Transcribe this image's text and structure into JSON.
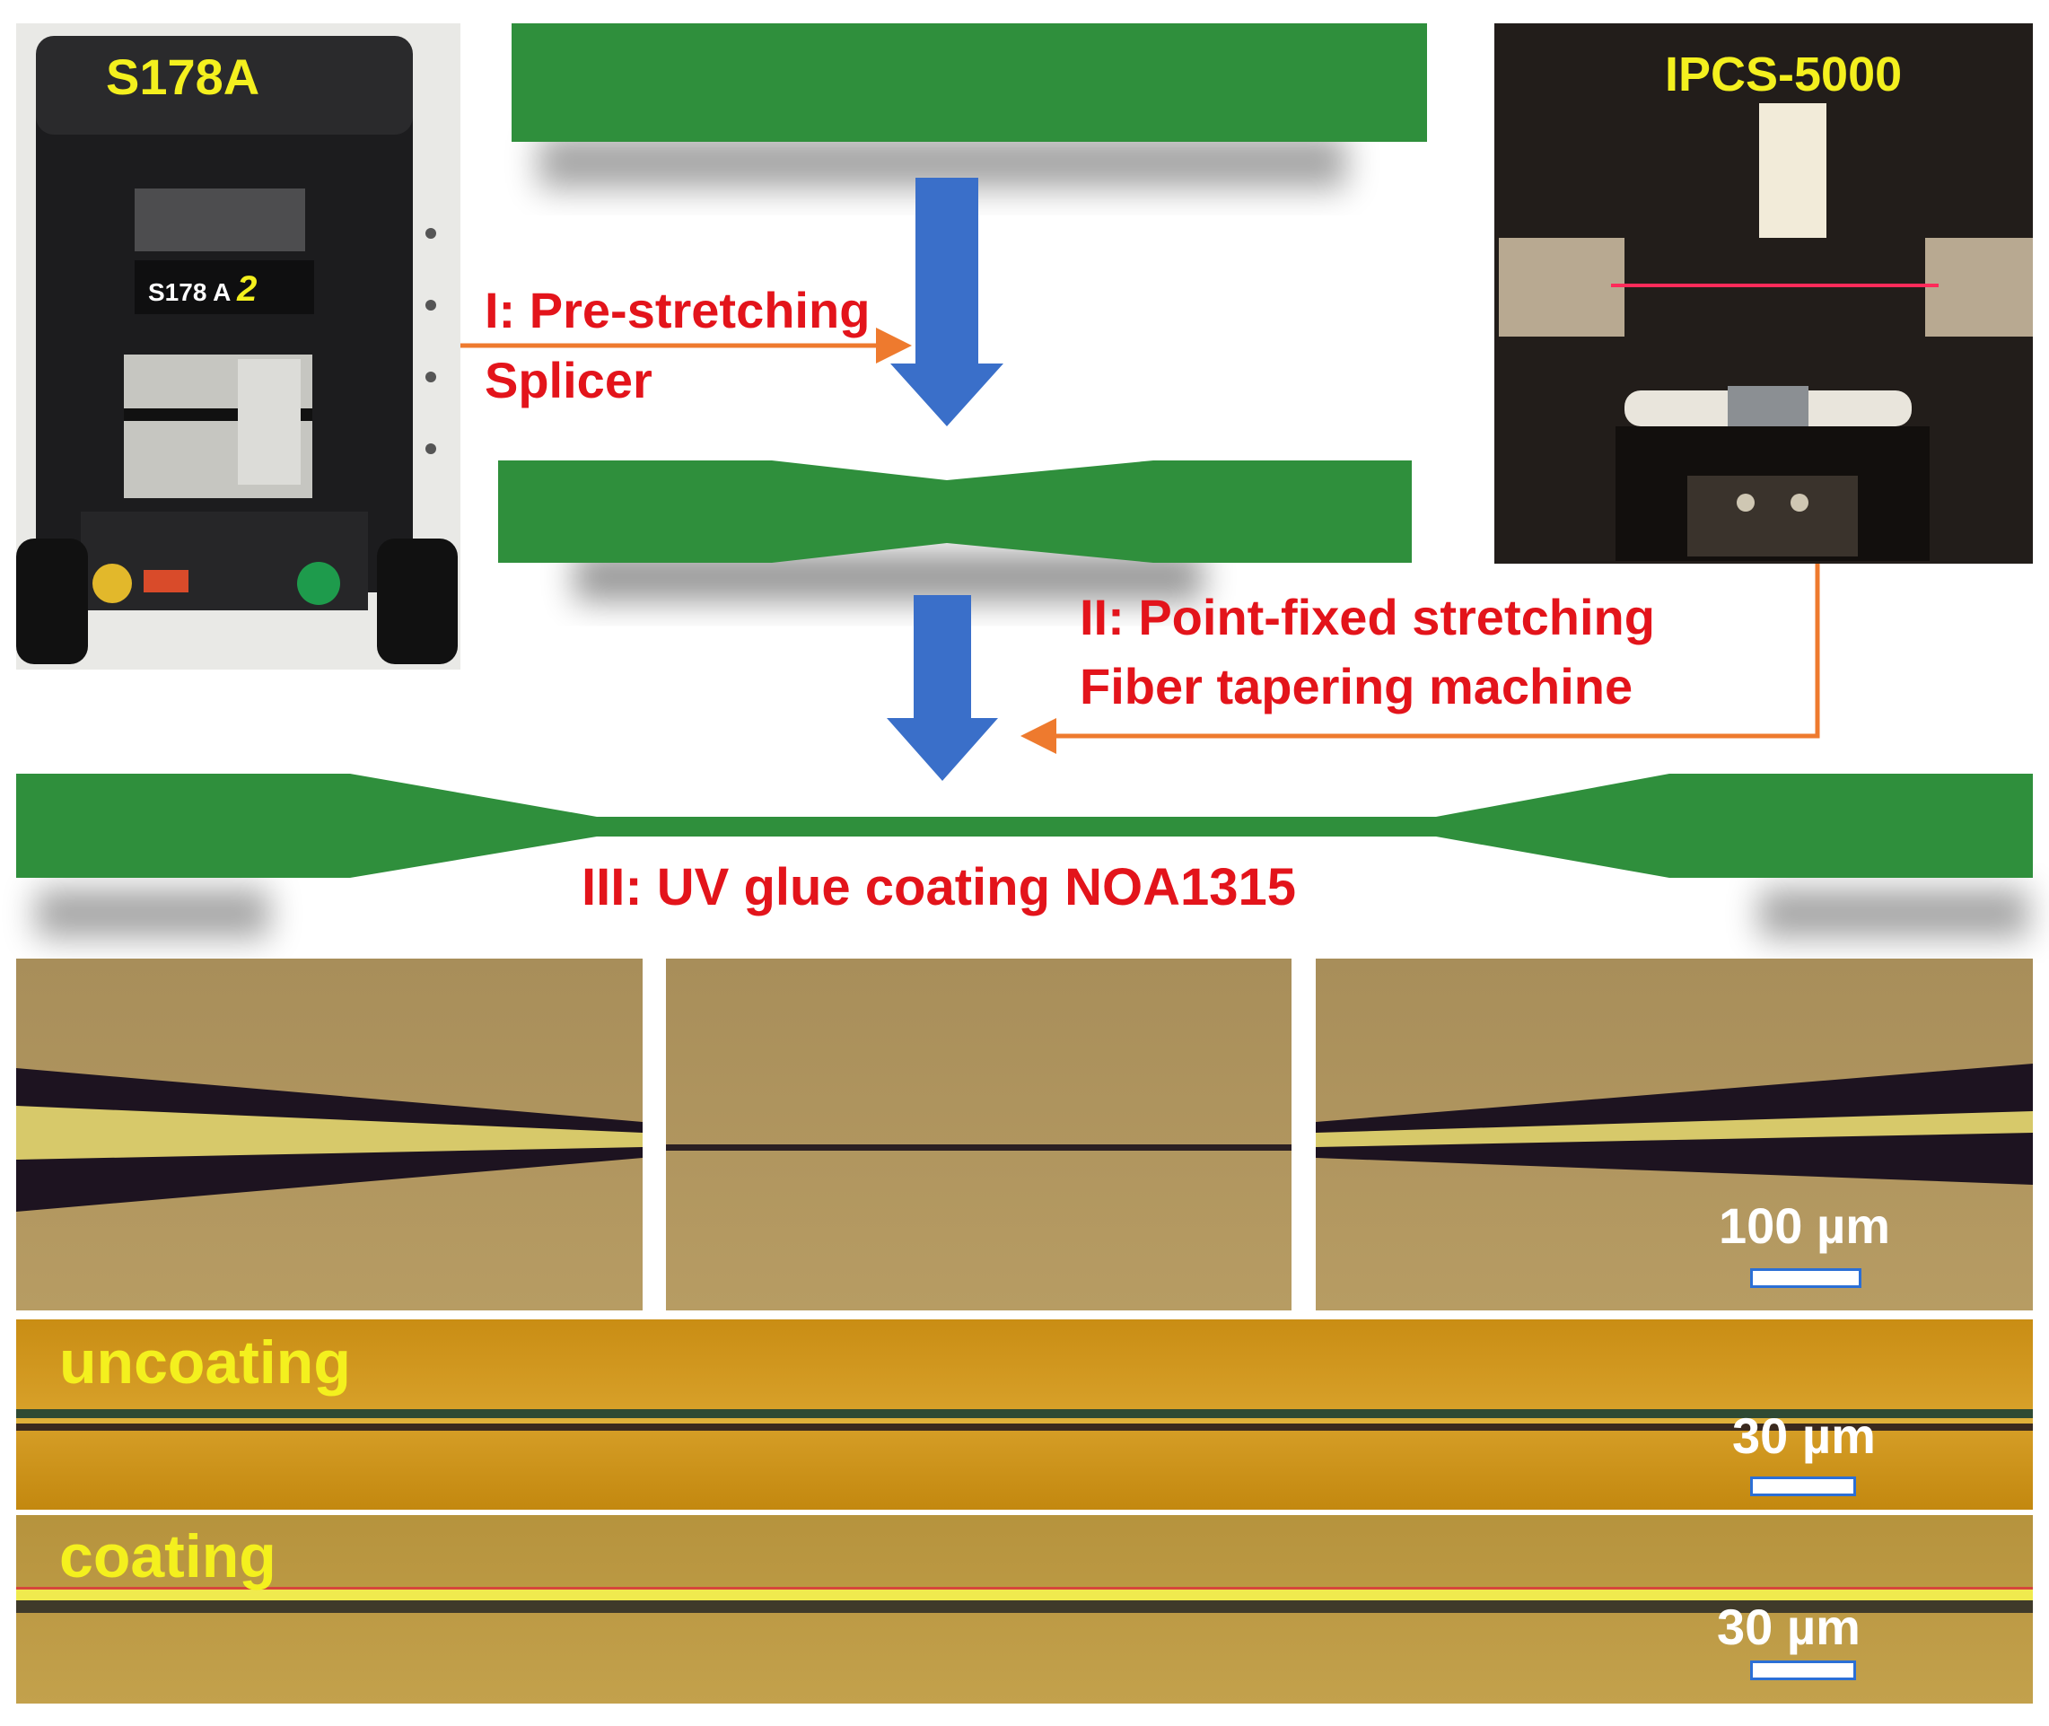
{
  "steps": {
    "step1_line1": "I: Pre-stretching",
    "step1_line2": "Splicer",
    "step2_line1": "II: Point-fixed stretching",
    "step2_line2": "Fiber tapering machine",
    "step3": "III: UV glue coating NOA1315"
  },
  "photos": {
    "splicer_model": "S178A",
    "splicer_sub_label": "S178 A",
    "splicer_sub_num": "2",
    "tapering_model": "IPCS-5000"
  },
  "micrographs": {
    "scale_top": "100 µm",
    "uncoated_label": "uncoating",
    "uncoated_scale": "30 µm",
    "coated_label": "coating",
    "coated_scale": "30 µm"
  },
  "colors": {
    "fiber_green": "#2f8f3c",
    "arrow_blue": "#3a6fc9",
    "label_red": "#e3141b",
    "connector_orange": "#ee7a2e",
    "micro_label_yellow": "#f4f01e"
  }
}
